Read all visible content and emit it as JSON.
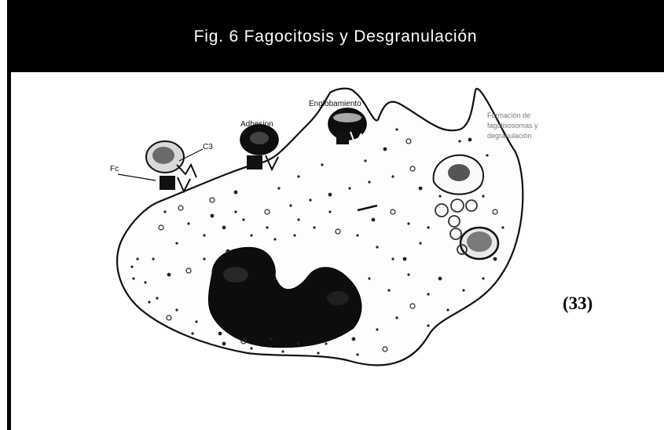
{
  "title": "Fig. 6 Fagocitosis y Desgranulación",
  "labels": {
    "fc": "Fc",
    "c3": "C3",
    "adhesion": "Adhesion",
    "englobamiento": "Englobamiento",
    "formacion_line1": "Formación de",
    "formacion_line2": "fagolisosomas y",
    "formacion_line3": "degranulación"
  },
  "reference": "(33)",
  "colors": {
    "background": "#ffffff",
    "title_bar": "#000000",
    "title_text": "#ffffff",
    "ink": "#111111"
  }
}
